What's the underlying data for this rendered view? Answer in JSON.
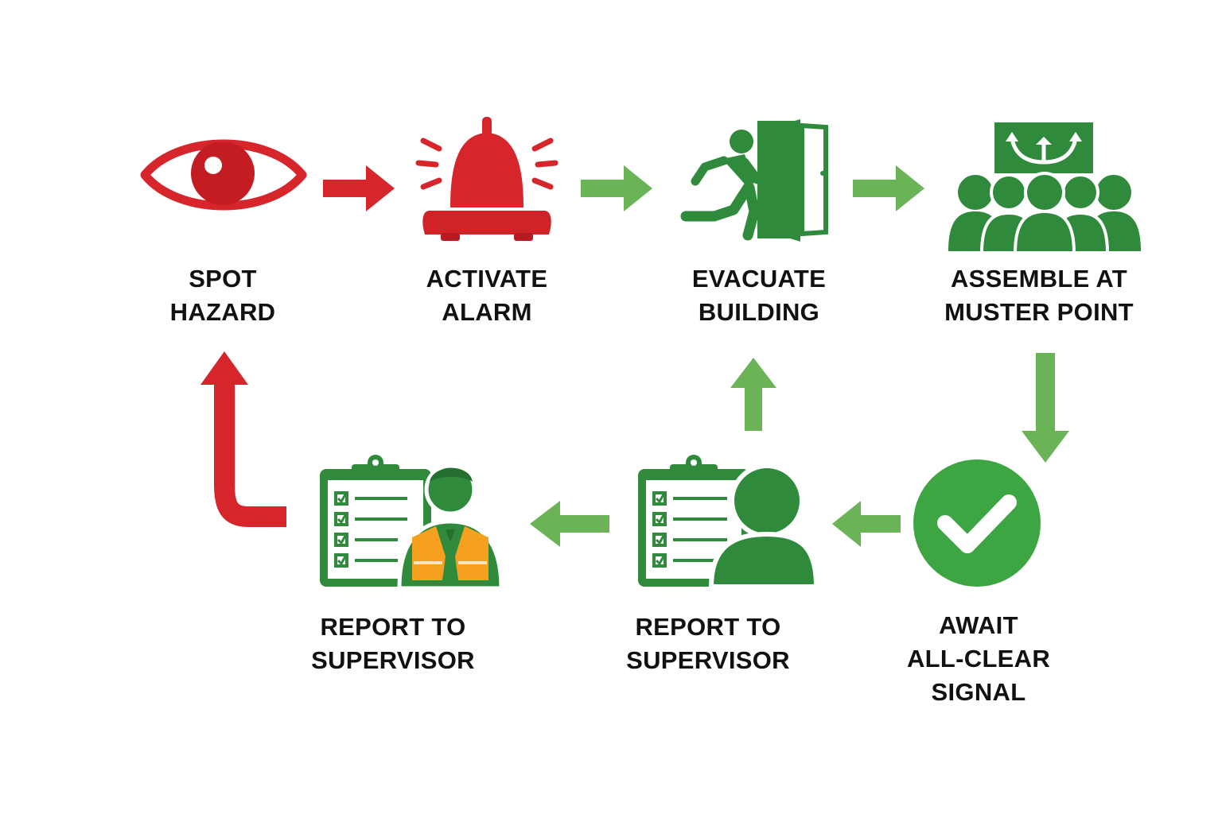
{
  "colors": {
    "red": "#d7262b",
    "red_dark": "#c31d23",
    "green": "#2f8a3c",
    "green_light": "#6ab356",
    "green_bright": "#3da542",
    "vest_orange": "#f5a11f",
    "text": "#111111"
  },
  "steps": [
    {
      "icon": "eye-icon",
      "lines": [
        "SPOT",
        "HAZARD"
      ]
    },
    {
      "icon": "alarm-bell-icon",
      "lines": [
        "ACTIVATE",
        "ALARM"
      ]
    },
    {
      "icon": "exit-door-icon",
      "lines": [
        "EVACUATE",
        "BUILDING"
      ]
    },
    {
      "icon": "assembly-group-icon",
      "lines": [
        "ASSEMBLE AT",
        "MUSTER POINT"
      ]
    },
    {
      "icon": "checkmark-circle-icon",
      "lines": [
        "AWAIT",
        "ALL-CLEAR",
        "SIGNAL"
      ]
    },
    {
      "icon": "clipboard-person-icon",
      "lines": [
        "REPORT TO",
        "SUPERVISOR"
      ]
    },
    {
      "icon": "clipboard-supervisor-vest-icon",
      "lines": [
        "REPORT TO",
        "SUPERVISOR"
      ]
    }
  ]
}
